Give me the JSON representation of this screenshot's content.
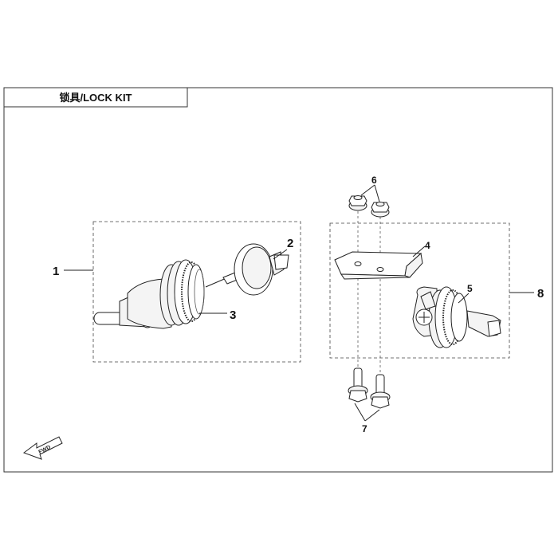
{
  "title": "锁具/LOCK KIT",
  "fwd_label": "FWD",
  "callouts": {
    "c1": "1",
    "c2": "2",
    "c3": "3",
    "c4": "4",
    "c5": "5",
    "c6": "6",
    "c7": "7",
    "c8": "8"
  }
}
